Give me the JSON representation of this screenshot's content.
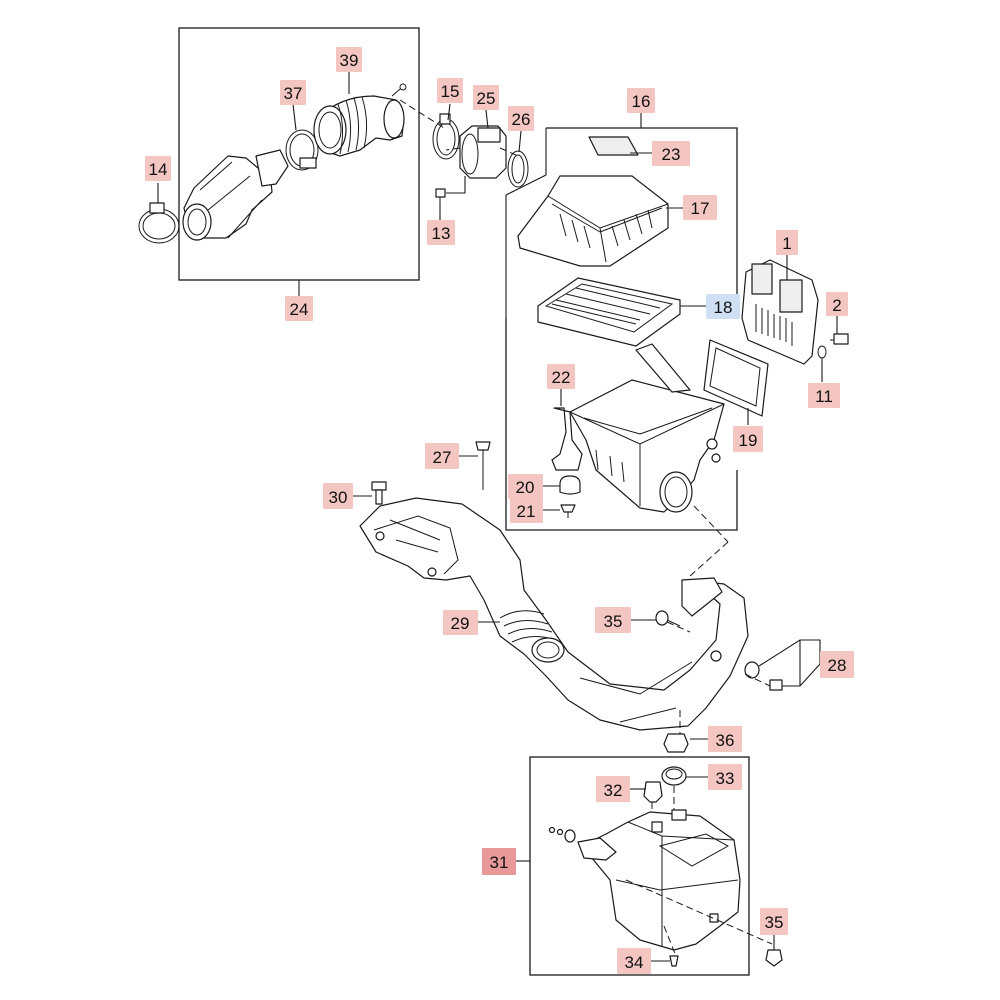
{
  "diagram": {
    "highlight_colors": {
      "default": "#f4c6c2",
      "selected": "#cfe0f5",
      "emphasis": "#e9989a"
    },
    "callouts": [
      {
        "id": "callout-14",
        "number": "14",
        "state": "default"
      },
      {
        "id": "callout-37",
        "number": "37",
        "state": "default"
      },
      {
        "id": "callout-39",
        "number": "39",
        "state": "default"
      },
      {
        "id": "callout-15",
        "number": "15",
        "state": "default"
      },
      {
        "id": "callout-25",
        "number": "25",
        "state": "default"
      },
      {
        "id": "callout-26",
        "number": "26",
        "state": "default"
      },
      {
        "id": "callout-16",
        "number": "16",
        "state": "default"
      },
      {
        "id": "callout-23",
        "number": "23",
        "state": "default"
      },
      {
        "id": "callout-17",
        "number": "17",
        "state": "default"
      },
      {
        "id": "callout-13",
        "number": "13",
        "state": "default"
      },
      {
        "id": "callout-24",
        "number": "24",
        "state": "default"
      },
      {
        "id": "callout-1",
        "number": "1",
        "state": "default"
      },
      {
        "id": "callout-2",
        "number": "2",
        "state": "default"
      },
      {
        "id": "callout-18",
        "number": "18",
        "state": "selected"
      },
      {
        "id": "callout-11",
        "number": "11",
        "state": "default"
      },
      {
        "id": "callout-22",
        "number": "22",
        "state": "default"
      },
      {
        "id": "callout-19",
        "number": "19",
        "state": "default"
      },
      {
        "id": "callout-27",
        "number": "27",
        "state": "default"
      },
      {
        "id": "callout-20",
        "number": "20",
        "state": "default"
      },
      {
        "id": "callout-30",
        "number": "30",
        "state": "default"
      },
      {
        "id": "callout-21",
        "number": "21",
        "state": "default"
      },
      {
        "id": "callout-35a",
        "number": "35",
        "state": "default"
      },
      {
        "id": "callout-29",
        "number": "29",
        "state": "default"
      },
      {
        "id": "callout-28",
        "number": "28",
        "state": "default"
      },
      {
        "id": "callout-36",
        "number": "36",
        "state": "default"
      },
      {
        "id": "callout-32",
        "number": "32",
        "state": "default"
      },
      {
        "id": "callout-33",
        "number": "33",
        "state": "default"
      },
      {
        "id": "callout-31",
        "number": "31",
        "state": "emphasis"
      },
      {
        "id": "callout-35b",
        "number": "35",
        "state": "default"
      },
      {
        "id": "callout-34",
        "number": "34",
        "state": "default"
      }
    ]
  }
}
